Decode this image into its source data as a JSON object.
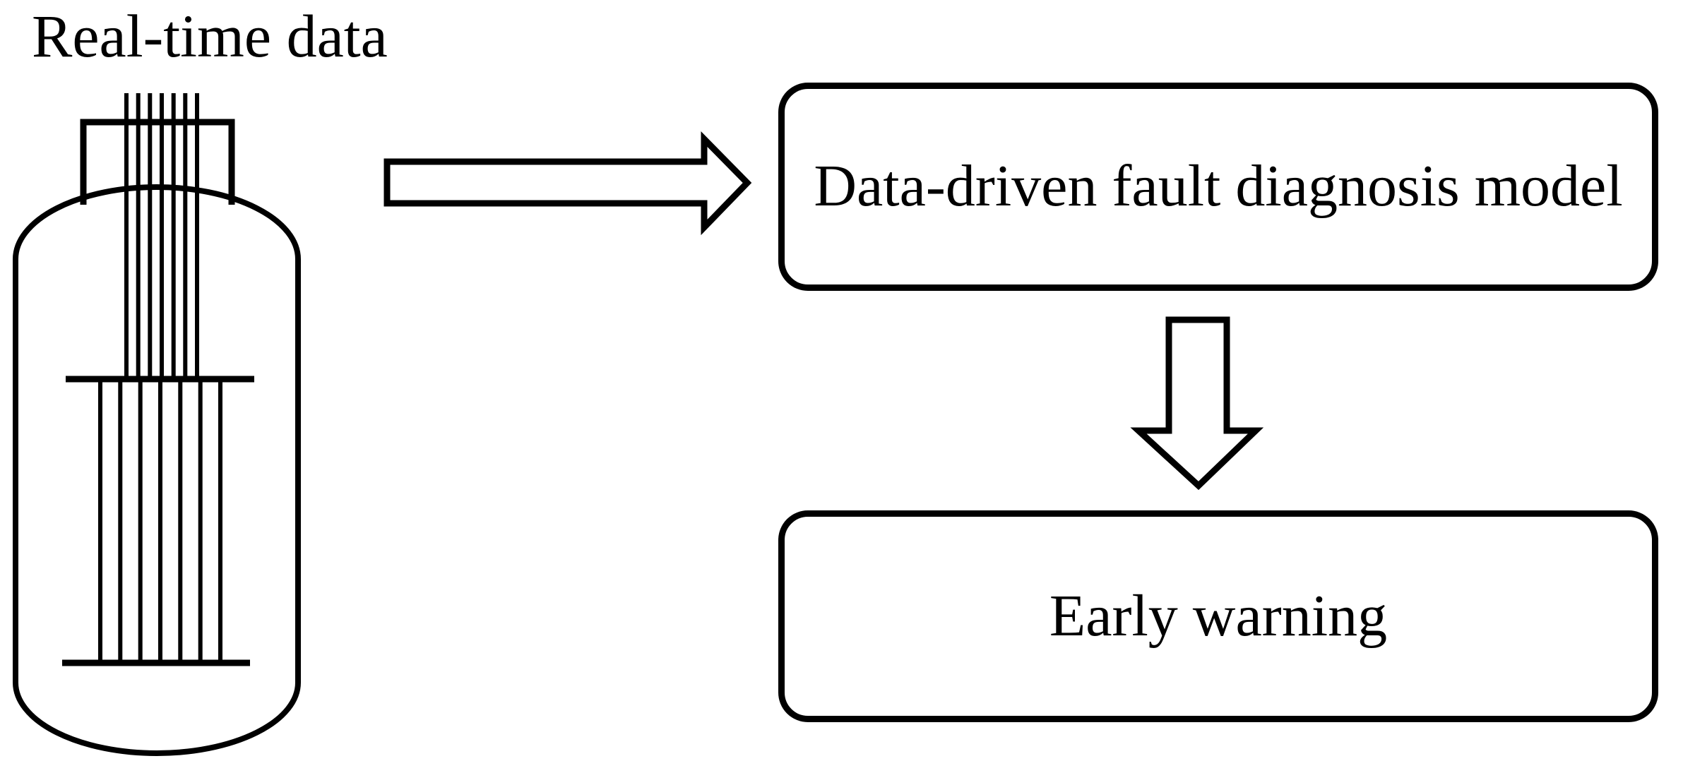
{
  "figure": {
    "background_color": "#ffffff",
    "ink_color": "#000000",
    "realtime_label": "Real-time data",
    "boxes": {
      "model": {
        "label": "Data-driven fault diagnosis model"
      },
      "warning": {
        "label": "Early warning"
      }
    },
    "icons": {
      "vessel": "reactor-vessel-icon",
      "flow_right": "right-block-arrow-icon",
      "flow_down": "down-block-arrow-icon"
    }
  }
}
